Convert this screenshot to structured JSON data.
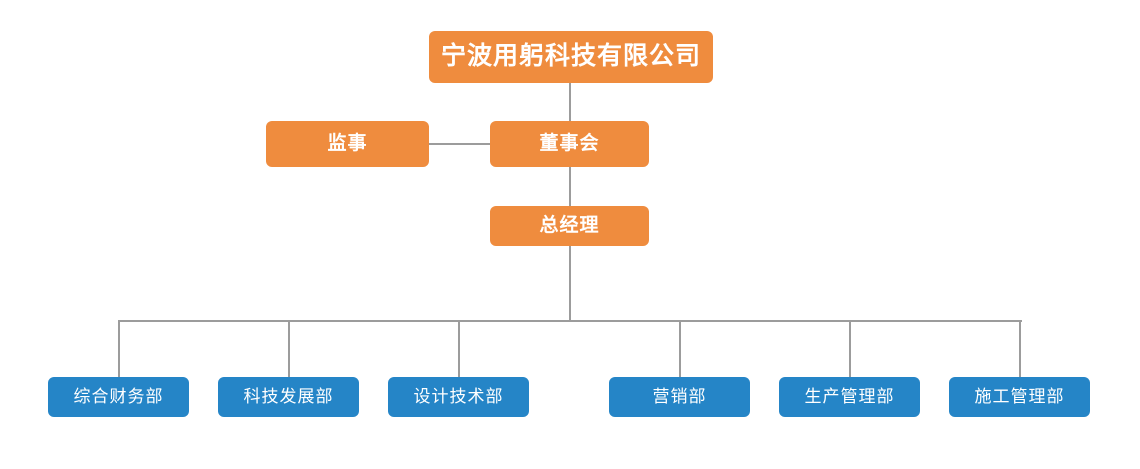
{
  "chart": {
    "type": "org-chart",
    "title_company": "宁波用躬科技有限公司",
    "colors": {
      "orange": "#ef8c3e",
      "blue": "#2585c7",
      "line": "#9c9c9c",
      "background": "#ffffff",
      "text": "#ffffff"
    },
    "levels": [
      {
        "level": 1,
        "nodes": [
          {
            "id": "company",
            "label": "宁波用躬科技有限公司",
            "color": "orange"
          }
        ]
      },
      {
        "level": 2,
        "nodes": [
          {
            "id": "supervisor",
            "label": "监事",
            "color": "orange"
          },
          {
            "id": "board",
            "label": "董事会",
            "color": "orange"
          }
        ]
      },
      {
        "level": 3,
        "nodes": [
          {
            "id": "general-manager",
            "label": "总经理",
            "color": "orange"
          }
        ]
      },
      {
        "level": 4,
        "nodes": [
          {
            "id": "dept-finance",
            "label": "综合财务部",
            "color": "blue"
          },
          {
            "id": "dept-tech-dev",
            "label": "科技发展部",
            "color": "blue"
          },
          {
            "id": "dept-design",
            "label": "设计技术部",
            "color": "blue"
          },
          {
            "id": "dept-marketing",
            "label": "营销部",
            "color": "blue"
          },
          {
            "id": "dept-production",
            "label": "生产管理部",
            "color": "blue"
          },
          {
            "id": "dept-construction",
            "label": "施工管理部",
            "color": "blue"
          }
        ]
      }
    ],
    "relations": [
      {
        "from": "company",
        "to": "board"
      },
      {
        "from": "board",
        "to": "supervisor"
      },
      {
        "from": "board",
        "to": "general-manager"
      },
      {
        "from": "general-manager",
        "to": "dept-finance"
      },
      {
        "from": "general-manager",
        "to": "dept-tech-dev"
      },
      {
        "from": "general-manager",
        "to": "dept-design"
      },
      {
        "from": "general-manager",
        "to": "dept-marketing"
      },
      {
        "from": "general-manager",
        "to": "dept-production"
      },
      {
        "from": "general-manager",
        "to": "dept-construction"
      }
    ]
  }
}
